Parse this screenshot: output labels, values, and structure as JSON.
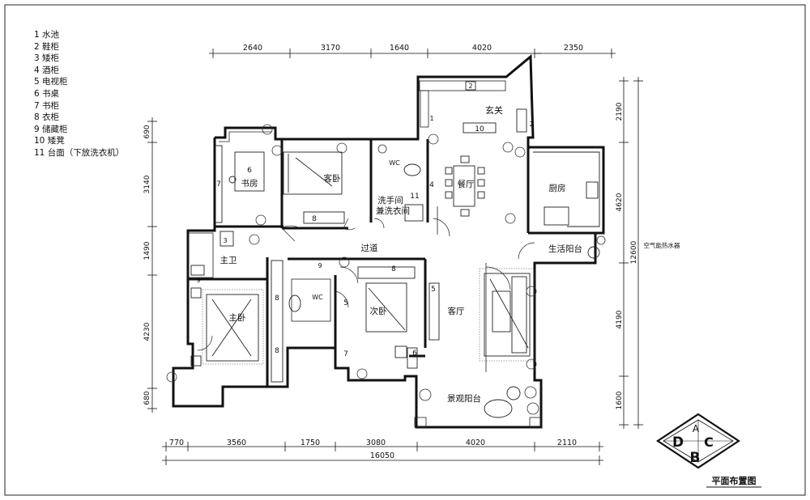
{
  "legend": [
    "1 水池",
    "2 鞋柜",
    "3 矮柜",
    "4 酒柜",
    "5 电视柜",
    "6 书桌",
    "7 书柜",
    "8 衣柜",
    "9 储藏柜",
    "10 矮凳",
    "11 台面（下放洗衣机）"
  ],
  "rooms": {
    "entry": "玄关",
    "study": "书房",
    "guest_bedroom": "客卧",
    "wc_top": "WC",
    "dining": "餐厅",
    "kitchen": "厨房",
    "laundry_line1": "洗手间",
    "laundry_line2": "兼洗衣间",
    "corridor": "过道",
    "master_bath": "主卫",
    "service_balcony": "生活阳台",
    "heater_note": "空气能热水器",
    "master_bedroom": "主卧",
    "wc_mid": "WC",
    "second_bedroom": "次卧",
    "living_room": "客厅",
    "landscape_balcony": "景观阳台"
  },
  "dims_top": [
    "2640",
    "3170",
    "1640",
    "4020",
    "2350"
  ],
  "dims_bottom": [
    "770",
    "3560",
    "1750",
    "3080",
    "4020",
    "2110"
  ],
  "dim_bottom_total": "16050",
  "dims_left": [
    "690",
    "3140",
    "1490",
    "4230",
    "680"
  ],
  "dims_right": [
    "2190",
    "4620",
    "4190",
    "1600"
  ],
  "dim_right_total": "12600",
  "compass": {
    "top": "A",
    "left": "D",
    "right": "C",
    "bottom": "B"
  },
  "title": "平面布置图"
}
